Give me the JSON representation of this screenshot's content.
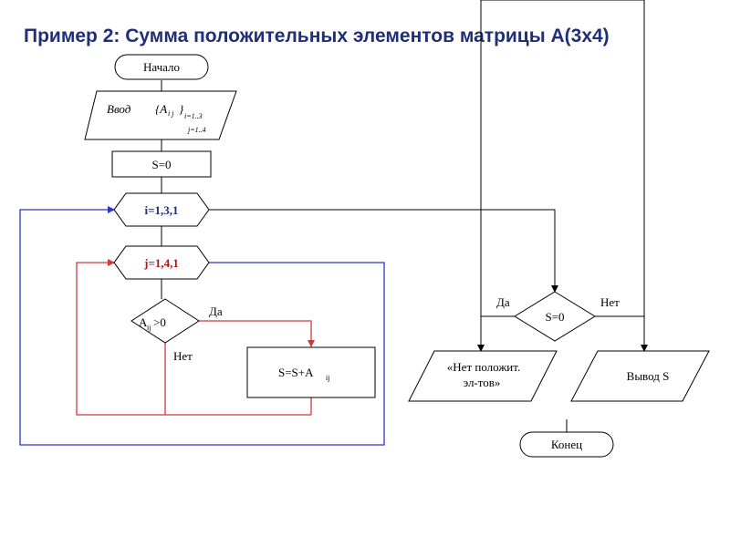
{
  "title": "Пример 2: Сумма положительных элементов матрицы A(3x4)",
  "nodes": {
    "start": "Начало",
    "input_word": "Ввод",
    "input_matrix": "{A",
    "input_sub_i": "i j",
    "input_close": "}",
    "input_range_i": "i=1..3",
    "input_range_j": "j=1..4",
    "init": "S=0",
    "loop_i": "i=1,3,1",
    "loop_j": "j=1,4,1",
    "cond_base": "A",
    "cond_sub": "ij",
    "cond_rest": ">0",
    "cond_yes": "Да",
    "cond_no": "Нет",
    "process_base": "S=S+A",
    "process_sub": "ij",
    "check": "S=0",
    "check_yes": "Да",
    "check_no": "Нет",
    "output_none_line1": "«Нет положит.",
    "output_none_line2": "эл-тов»",
    "output_sum": "Вывод S",
    "end": "Конец"
  },
  "colors": {
    "title": "#1f2f7a",
    "outer_loop": "#2a35c8",
    "inner_loop": "#d03a3a",
    "inner_loop_label": "#b01818"
  }
}
